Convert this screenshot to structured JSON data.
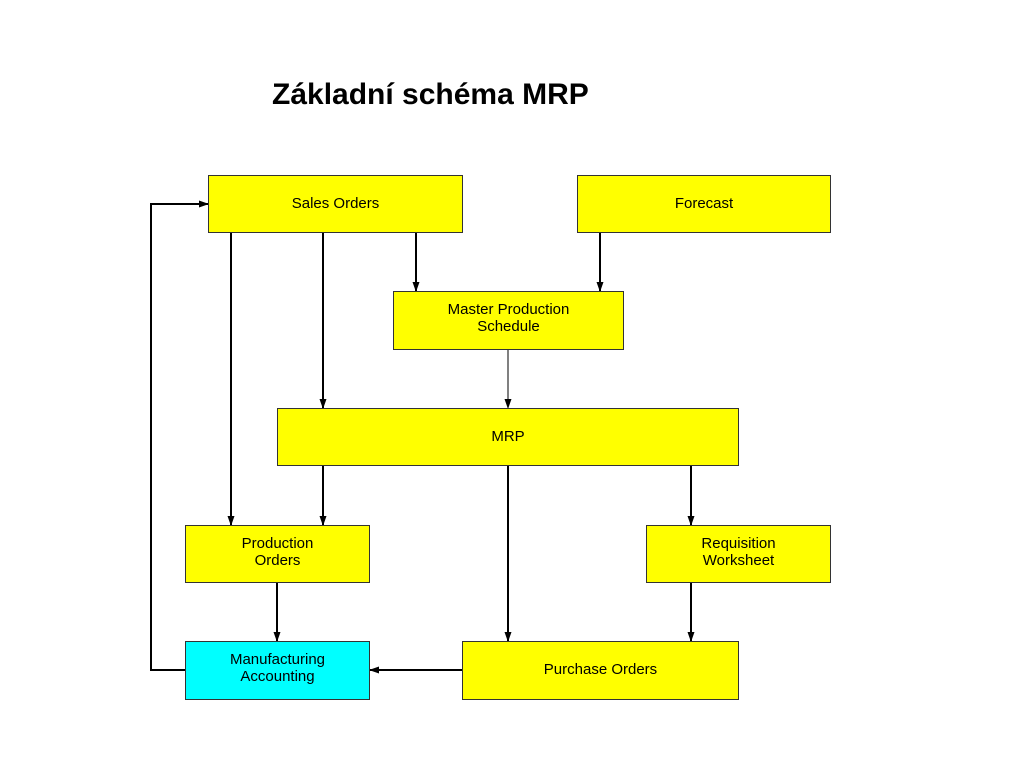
{
  "title": "Základní schéma MRP",
  "colors": {
    "box_fill": "#FFFF00",
    "highlight_fill": "#00FFFF",
    "border": "#333333",
    "line": "#000000"
  },
  "nodes": {
    "sales_orders": {
      "label": "Sales Orders"
    },
    "forecast": {
      "label": "Forecast"
    },
    "master_production_schedule": {
      "label": "Master Production\nSchedule"
    },
    "mrp": {
      "label": "MRP"
    },
    "production_orders": {
      "label": "Production\nOrders"
    },
    "requisition_worksheet": {
      "label": "Requisition\nWorksheet"
    },
    "manufacturing_accounting": {
      "label": "Manufacturing\nAccounting"
    },
    "purchase_orders": {
      "label": "Purchase Orders"
    }
  },
  "edges": [
    {
      "from": "sales_orders",
      "to": "master_production_schedule"
    },
    {
      "from": "forecast",
      "to": "master_production_schedule"
    },
    {
      "from": "sales_orders",
      "to": "mrp"
    },
    {
      "from": "sales_orders",
      "to": "production_orders"
    },
    {
      "from": "master_production_schedule",
      "to": "mrp"
    },
    {
      "from": "mrp",
      "to": "production_orders"
    },
    {
      "from": "mrp",
      "to": "purchase_orders"
    },
    {
      "from": "mrp",
      "to": "requisition_worksheet"
    },
    {
      "from": "production_orders",
      "to": "manufacturing_accounting"
    },
    {
      "from": "requisition_worksheet",
      "to": "purchase_orders"
    },
    {
      "from": "purchase_orders",
      "to": "manufacturing_accounting"
    },
    {
      "from": "manufacturing_accounting",
      "to": "sales_orders"
    }
  ]
}
